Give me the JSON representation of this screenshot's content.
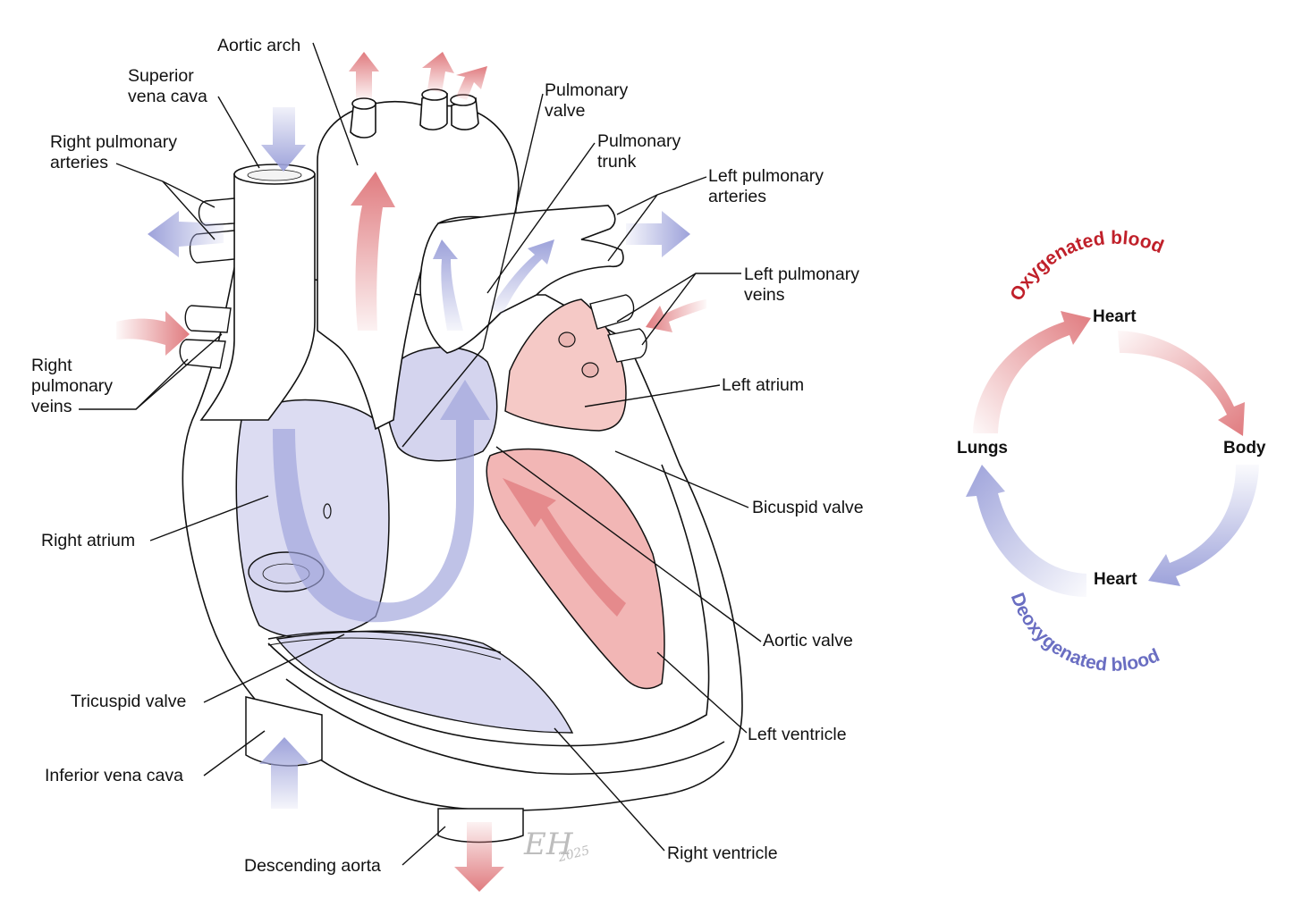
{
  "diagram": {
    "title": "Heart anatomy and blood flow",
    "colors": {
      "oxygenated": "#e07b7f",
      "deoxygenated": "#9da2da",
      "oxygenated_text": "#c0202a",
      "deoxygenated_text": "#6a6ec2",
      "outline": "#111111",
      "left_heart_fill": "#f5c9c6",
      "right_heart_fill": "#dcdcf2"
    },
    "labels": {
      "aortic_arch": "Aortic arch",
      "superior_vena_cava": "Superior\nvena cava",
      "right_pulmonary_arteries": "Right pulmonary\narteries",
      "right_pulmonary_veins": "Right\npulmonary\nveins",
      "right_atrium": "Right atrium",
      "tricuspid_valve": "Tricuspid valve",
      "inferior_vena_cava": "Inferior vena cava",
      "descending_aorta": "Descending aorta",
      "pulmonary_valve": "Pulmonary\nvalve",
      "pulmonary_trunk": "Pulmonary\ntrunk",
      "left_pulmonary_arteries": "Left pulmonary\narteries",
      "left_pulmonary_veins": "Left pulmonary\nveins",
      "left_atrium": "Left atrium",
      "bicuspid_valve": "Bicuspid valve",
      "aortic_valve": "Aortic valve",
      "left_ventricle": "Left ventricle",
      "right_ventricle": "Right ventricle"
    },
    "signature": {
      "initials": "EH",
      "year": "2025"
    }
  },
  "cycle": {
    "top_caption": "Oxygenated blood",
    "bottom_caption": "Deoxygenated blood",
    "nodes": {
      "heart_top": "Heart",
      "body": "Body",
      "heart_bottom": "Heart",
      "lungs": "Lungs"
    }
  }
}
